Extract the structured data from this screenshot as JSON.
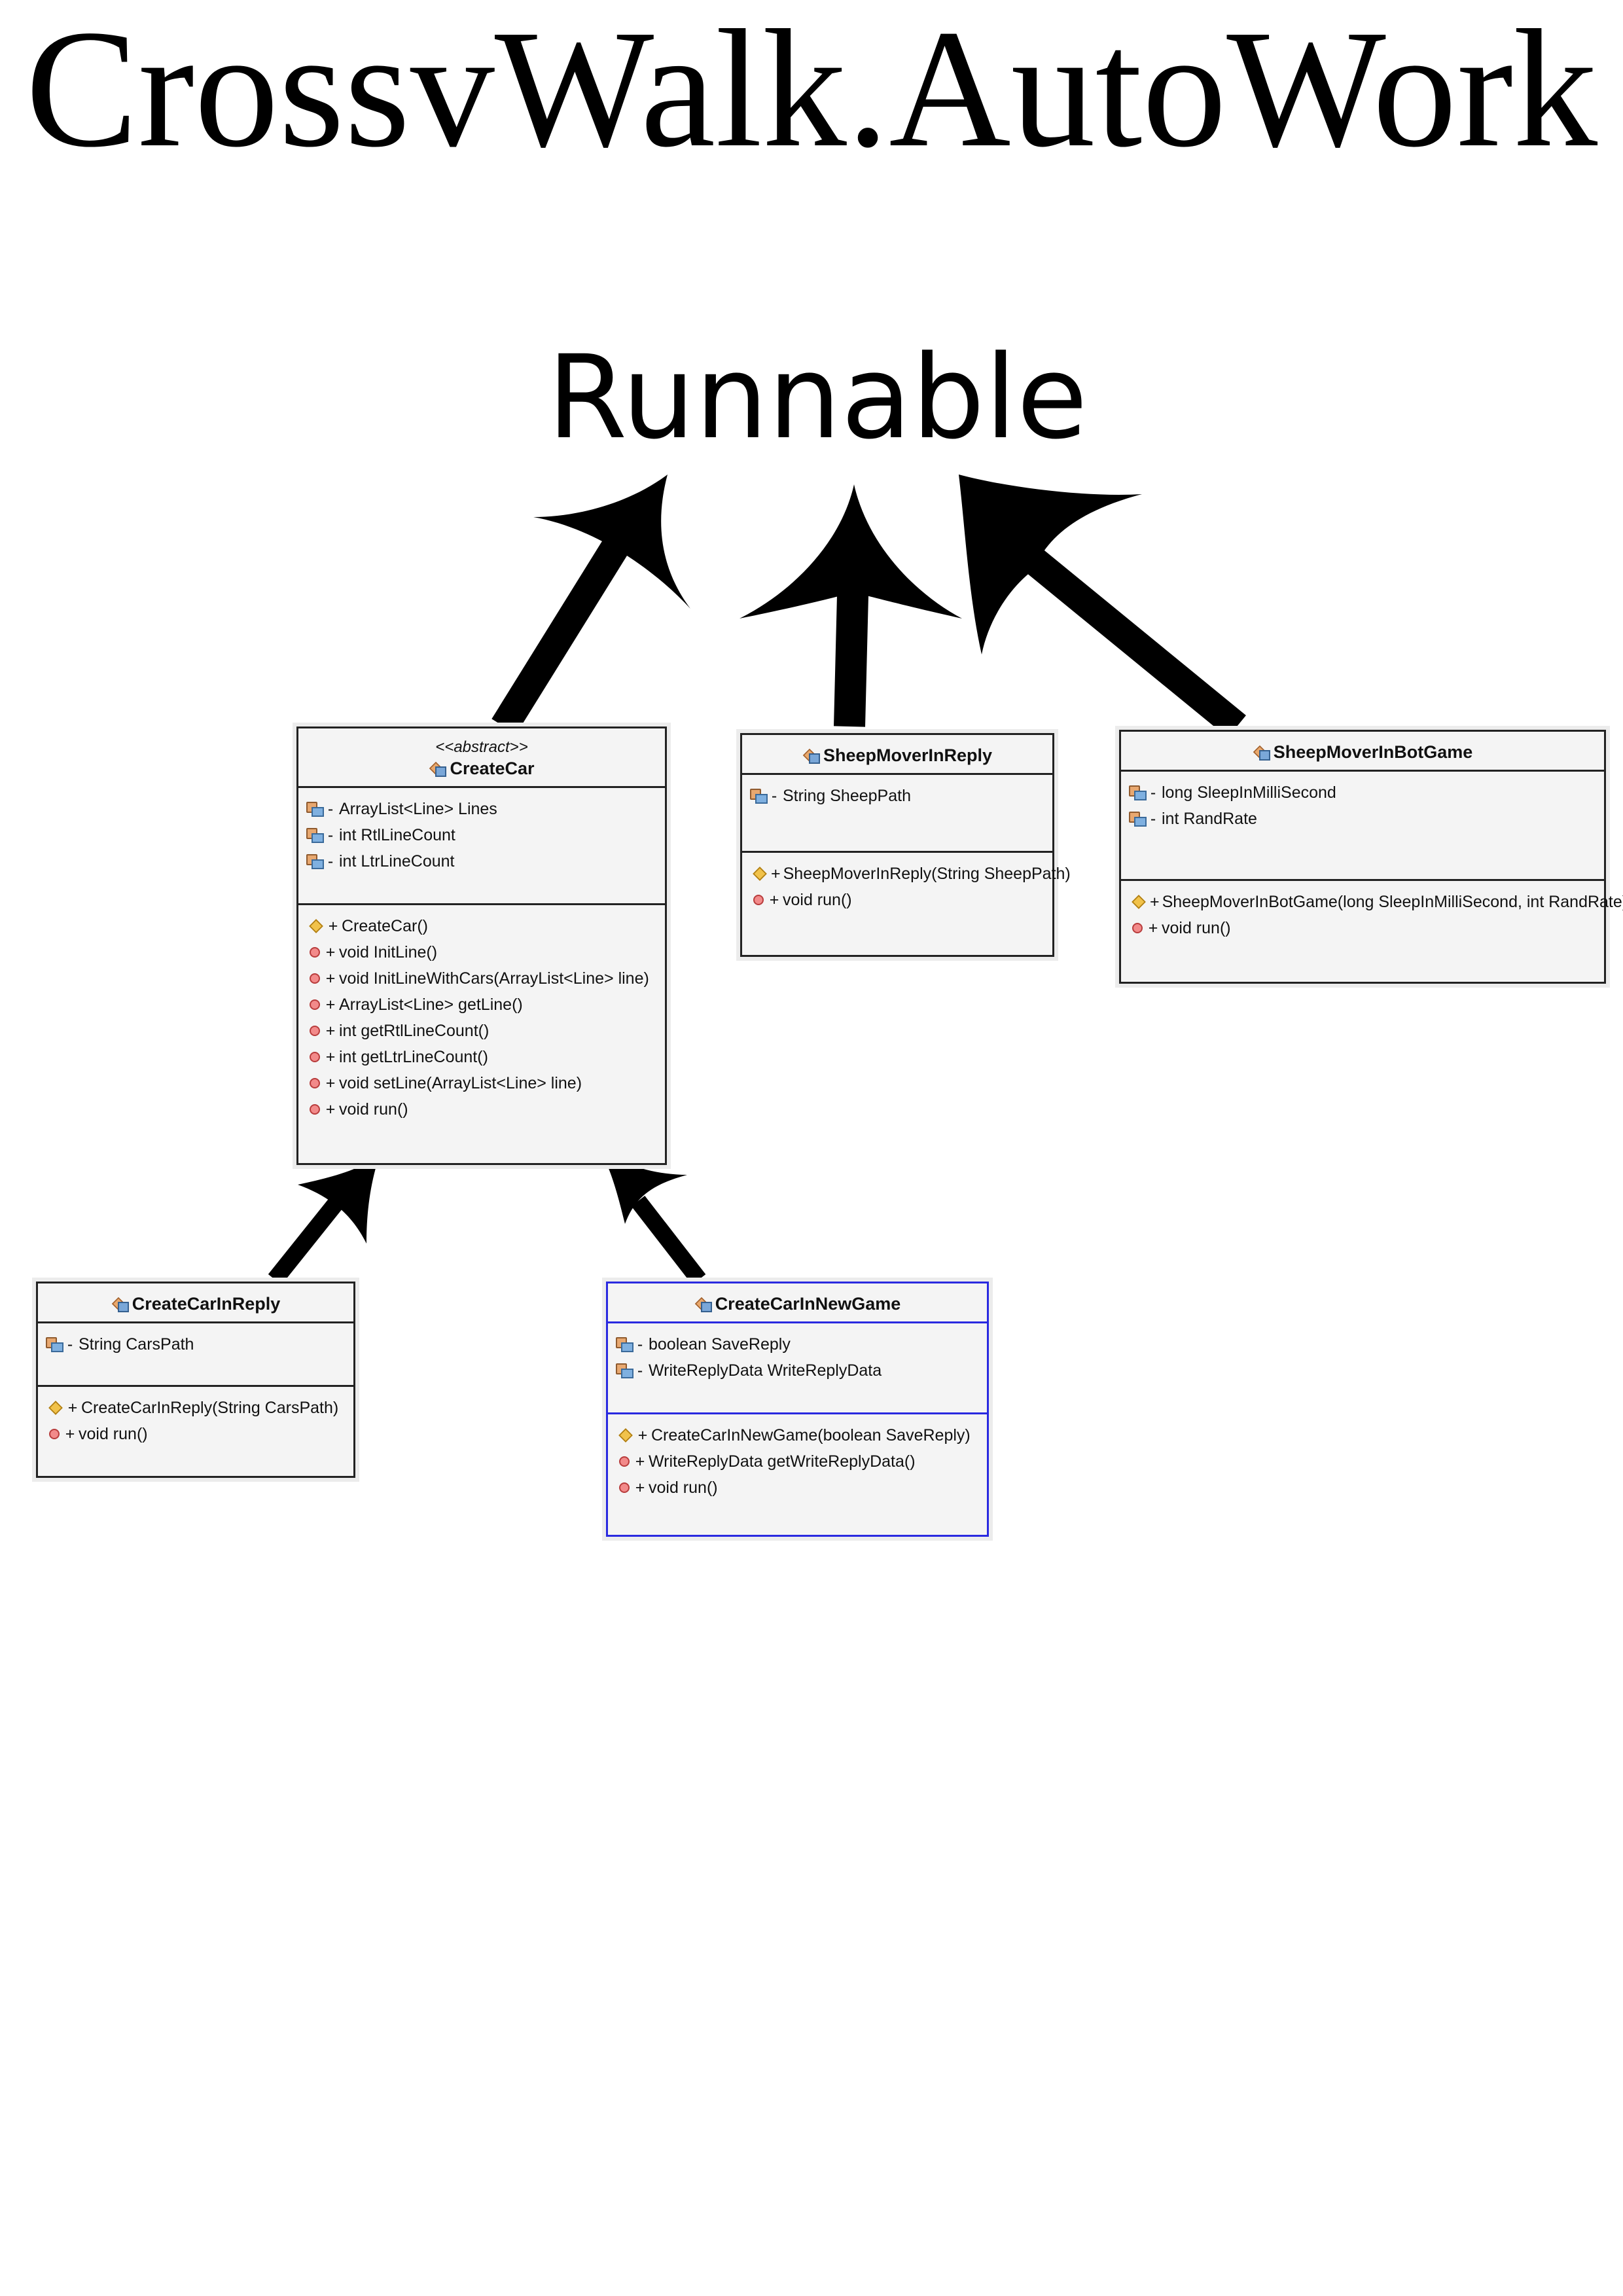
{
  "title": "CrossvWalk.AutoWork",
  "interface_label": "Runnable",
  "classes": {
    "createCar": {
      "stereotype": "<<abstract>>",
      "name": "CreateCar",
      "fields": [
        {
          "vis": "-",
          "text": "ArrayList<Line> Lines"
        },
        {
          "vis": "-",
          "text": "int RtlLineCount"
        },
        {
          "vis": "-",
          "text": "int LtrLineCount"
        }
      ],
      "constructors": [
        {
          "vis": "+",
          "text": "CreateCar()"
        }
      ],
      "methods": [
        {
          "vis": "+",
          "text": "void InitLine()"
        },
        {
          "vis": "+",
          "text": "void InitLineWithCars(ArrayList<Line> line)"
        },
        {
          "vis": "+",
          "text": "ArrayList<Line> getLine()"
        },
        {
          "vis": "+",
          "text": "int getRtlLineCount()"
        },
        {
          "vis": "+",
          "text": "int getLtrLineCount()"
        },
        {
          "vis": "+",
          "text": "void setLine(ArrayList<Line> line)"
        },
        {
          "vis": "+",
          "text": "void run()"
        }
      ]
    },
    "sheepMoverInReply": {
      "name": "SheepMoverInReply",
      "fields": [
        {
          "vis": "-",
          "text": "String SheepPath"
        }
      ],
      "constructors": [
        {
          "vis": "+",
          "text": "SheepMoverInReply(String SheepPath)"
        }
      ],
      "methods": [
        {
          "vis": "+",
          "text": "void run()"
        }
      ]
    },
    "sheepMoverInBotGame": {
      "name": "SheepMoverInBotGame",
      "fields": [
        {
          "vis": "-",
          "text": "long SleepInMilliSecond"
        },
        {
          "vis": "-",
          "text": "int RandRate"
        }
      ],
      "constructors": [
        {
          "vis": "+",
          "text": "SheepMoverInBotGame(long SleepInMilliSecond, int RandRate)"
        }
      ],
      "methods": [
        {
          "vis": "+",
          "text": "void run()"
        }
      ]
    },
    "createCarInReply": {
      "name": "CreateCarInReply",
      "fields": [
        {
          "vis": "-",
          "text": "String CarsPath"
        }
      ],
      "constructors": [
        {
          "vis": "+",
          "text": "CreateCarInReply(String CarsPath)"
        }
      ],
      "methods": [
        {
          "vis": "+",
          "text": "void run()"
        }
      ]
    },
    "createCarInNewGame": {
      "name": "CreateCarInNewGame",
      "fields": [
        {
          "vis": "-",
          "text": "boolean SaveReply"
        },
        {
          "vis": "-",
          "text": "WriteReplyData WriteReplyData"
        }
      ],
      "constructors": [
        {
          "vis": "+",
          "text": "CreateCarInNewGame(boolean SaveReply)"
        }
      ],
      "methods": [
        {
          "vis": "+",
          "text": "WriteReplyData getWriteReplyData()"
        },
        {
          "vis": "+",
          "text": "void run()"
        }
      ]
    }
  }
}
